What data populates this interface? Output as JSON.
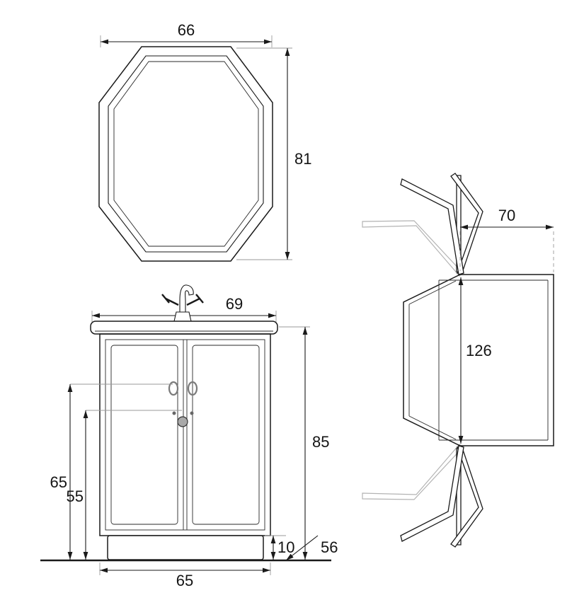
{
  "page": {
    "background": "#ffffff",
    "type": "furniture-technical-drawing"
  },
  "labels": {
    "mirror": {
      "width": "66",
      "height": "81"
    },
    "vanity_front": {
      "countertop_width": "69",
      "overall_height": "85",
      "handle_height": "65",
      "knob_height": "55",
      "plinth_height": "10",
      "depth": "56",
      "cabinet_width": "65"
    },
    "plan_view": {
      "side_section_width": "70",
      "overall_width": "126"
    }
  },
  "colors": {
    "line": "#1a1a1a",
    "extension_line": "#9a9a9a",
    "ghost_door": "#b3b3b3",
    "handle": "#7a7a7a",
    "knob_fill": "#a9a9a9"
  }
}
